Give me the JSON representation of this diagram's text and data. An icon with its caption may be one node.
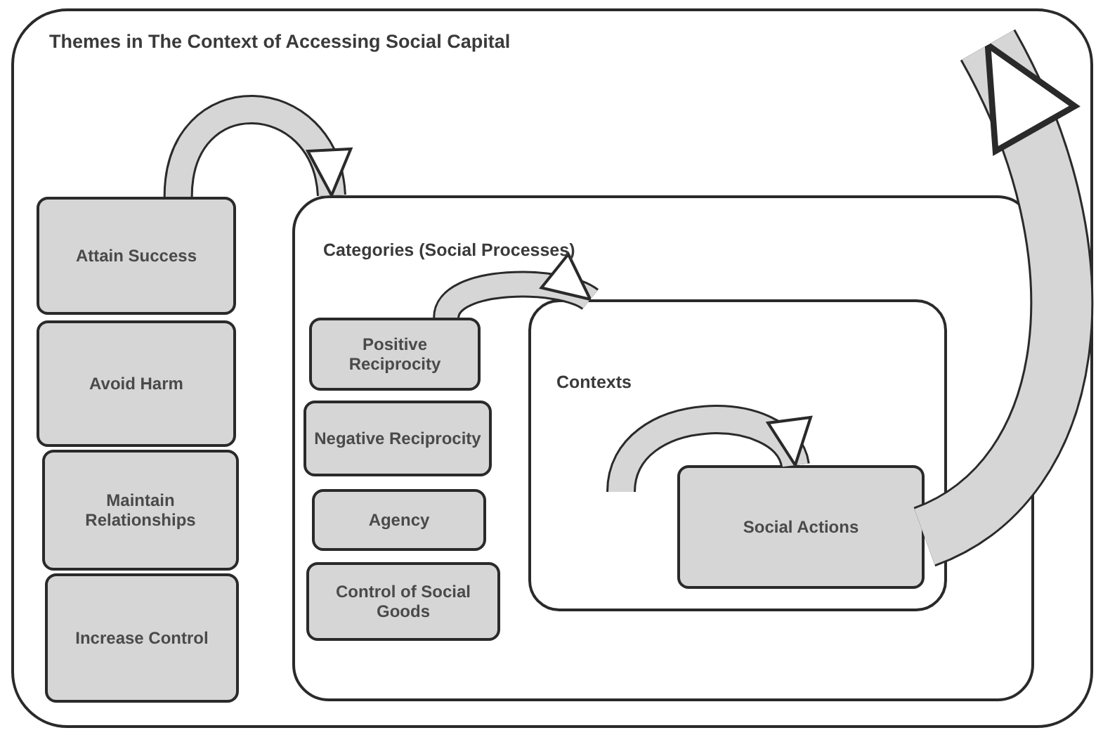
{
  "diagram": {
    "nodes": [
      {
        "text": [
          "Themes in The Context of Accessing Social Capital"
        ]
      },
      {
        "text": [
          "Attain Success"
        ],
        "in": 0
      },
      {
        "text": [
          "Avoid Harm"
        ],
        "in": 0
      },
      {
        "text": [
          "Maintain Relationships"
        ],
        "in": 0
      },
      {
        "text": [
          "Increase Control"
        ],
        "in": 0
      },
      {
        "text": [
          "Categories (Social Processes)"
        ],
        "in": 0
      },
      {
        "text": [
          "Positive Reciprocity"
        ],
        "in": 5
      },
      {
        "text": [
          "Negative Reciprocity"
        ],
        "in": 5
      },
      {
        "text": [
          "Agency"
        ],
        "in": 5
      },
      {
        "text": [
          "Control of Social Goods"
        ],
        "in": 5
      },
      {
        "text": [
          "Contexts"
        ],
        "in": 5
      },
      {
        "text": [
          "Social Actions"
        ],
        "in": 10
      }
    ],
    "edges": [
      {
        "from": 1,
        "to": 5,
        "arrow": "to"
      },
      {
        "from": 6,
        "to": 10,
        "arrow": "to"
      },
      {
        "from": null,
        "to": 11,
        "arrow": "to"
      },
      {
        "from": 11,
        "to": null,
        "arrow": "to",
        "style": "thick"
      }
    ]
  }
}
